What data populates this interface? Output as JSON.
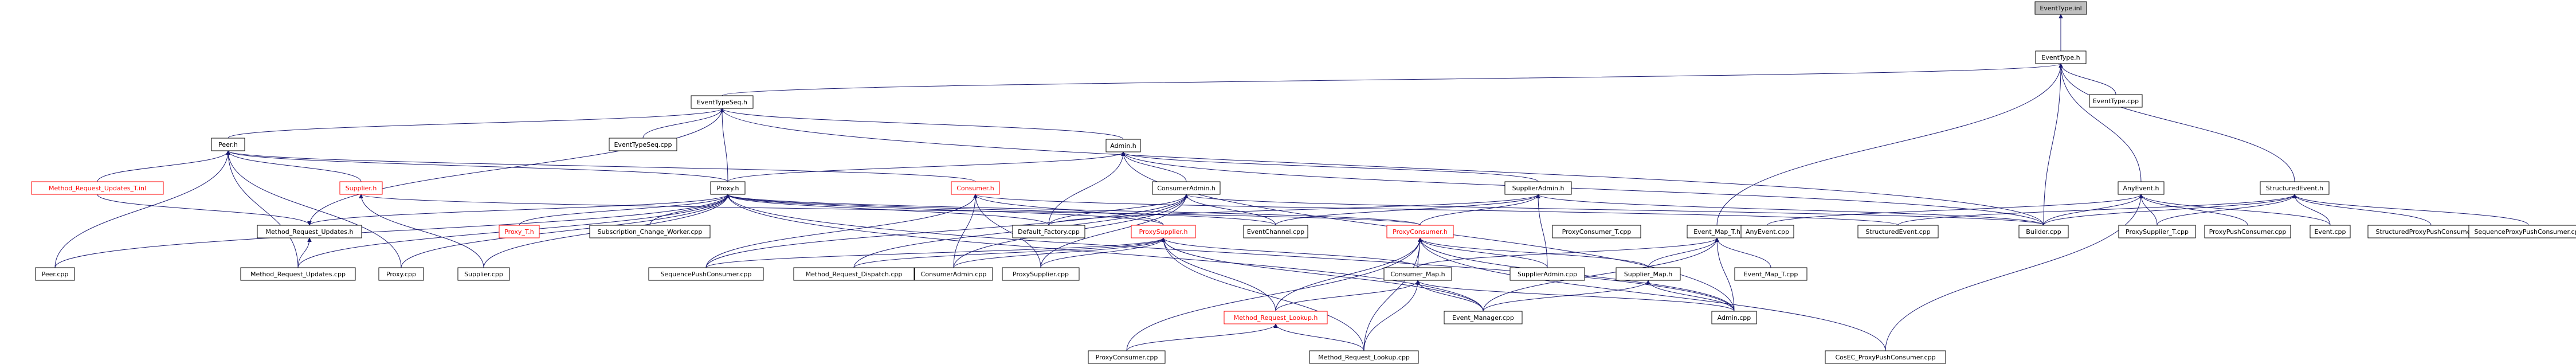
{
  "graph": {
    "nodes": [
      {
        "id": "eventtype_inl",
        "label": "EventType.inl",
        "root": true
      },
      {
        "id": "eventtype_h",
        "label": "EventType.h"
      },
      {
        "id": "eventtype_cpp",
        "label": "EventType.cpp"
      },
      {
        "id": "eventtypeseq_h",
        "label": "EventTypeSeq.h"
      },
      {
        "id": "eventtypeseq_cpp",
        "label": "EventTypeSeq.cpp"
      },
      {
        "id": "peer_h",
        "label": "Peer.h"
      },
      {
        "id": "method_request_updates_t_inl",
        "label": "Method_Request_Updates_T.inl",
        "red": true
      },
      {
        "id": "peer_cpp",
        "label": "Peer.cpp"
      },
      {
        "id": "supplier_h",
        "label": "Supplier.h",
        "red": true
      },
      {
        "id": "admin_h",
        "label": "Admin.h"
      },
      {
        "id": "proxy_h",
        "label": "Proxy.h"
      },
      {
        "id": "consumer_h",
        "label": "Consumer.h",
        "red": true
      },
      {
        "id": "consumeradmin_h",
        "label": "ConsumerAdmin.h"
      },
      {
        "id": "supplieradmin_h",
        "label": "SupplierAdmin.h"
      },
      {
        "id": "method_request_updates_h",
        "label": "Method_Request_Updates.h"
      },
      {
        "id": "proxy_t_h",
        "label": "Proxy_T.h",
        "red": true
      },
      {
        "id": "subscription_change_worker_cpp",
        "label": "Subscription_Change_Worker.cpp"
      },
      {
        "id": "default_factory_cpp",
        "label": "Default_Factory.cpp"
      },
      {
        "id": "proxysupplier_h",
        "label": "ProxySupplier.h",
        "red": true
      },
      {
        "id": "eventchannel_cpp",
        "label": "EventChannel.cpp"
      },
      {
        "id": "proxyconsumer_h",
        "label": "ProxyConsumer.h",
        "red": true
      },
      {
        "id": "proxyconsumer_t_cpp",
        "label": "ProxyConsumer_T.cpp"
      },
      {
        "id": "event_map_t_h",
        "label": "Event_Map_T.h"
      },
      {
        "id": "anyevent_cpp",
        "label": "AnyEvent.cpp"
      },
      {
        "id": "structuredevent_cpp",
        "label": "StructuredEvent.cpp"
      },
      {
        "id": "builder_cpp",
        "label": "Builder.cpp"
      },
      {
        "id": "anyevent_h",
        "label": "AnyEvent.h"
      },
      {
        "id": "structuredevent_h",
        "label": "StructuredEvent.h"
      },
      {
        "id": "proxysupplier_t_cpp",
        "label": "ProxySupplier_T.cpp"
      },
      {
        "id": "proxypushconsumer_cpp",
        "label": "ProxyPushConsumer.cpp"
      },
      {
        "id": "event_cpp",
        "label": "Event.cpp"
      },
      {
        "id": "structuredproxypushconsumer_cpp",
        "label": "StructuredProxyPushConsumer.cpp"
      },
      {
        "id": "sequenceproxypushconsumer_cpp",
        "label": "SequenceProxyPushConsumer.cpp"
      },
      {
        "id": "method_request_updates_cpp",
        "label": "Method_Request_Updates.cpp"
      },
      {
        "id": "proxy_cpp",
        "label": "Proxy.cpp"
      },
      {
        "id": "supplier_cpp",
        "label": "Supplier.cpp"
      },
      {
        "id": "sequencepushconsumer_cpp",
        "label": "SequencePushConsumer.cpp"
      },
      {
        "id": "method_request_dispatch_cpp",
        "label": "Method_Request_Dispatch.cpp"
      },
      {
        "id": "consumeradmin_cpp",
        "label": "ConsumerAdmin.cpp"
      },
      {
        "id": "proxysupplier_cpp",
        "label": "ProxySupplier.cpp"
      },
      {
        "id": "supplieradmin_cpp",
        "label": "SupplierAdmin.cpp"
      },
      {
        "id": "event_map_t_cpp",
        "label": "Event_Map_T.cpp"
      },
      {
        "id": "consumer_map_h",
        "label": "Consumer_Map.h"
      },
      {
        "id": "supplier_map_h",
        "label": "Supplier_Map.h"
      },
      {
        "id": "event_manager_cpp",
        "label": "Event_Manager.cpp"
      },
      {
        "id": "admin_cpp",
        "label": "Admin.cpp"
      },
      {
        "id": "method_request_lookup_h",
        "label": "Method_Request_Lookup.h",
        "red": true
      },
      {
        "id": "proxyconsumer_cpp",
        "label": "ProxyConsumer.cpp"
      },
      {
        "id": "method_request_lookup_cpp",
        "label": "Method_Request_Lookup.cpp"
      },
      {
        "id": "cosec_proxypushconsumer_cpp",
        "label": "CosEC_ProxyPushConsumer.cpp"
      }
    ],
    "edges": [
      [
        "eventtype_inl",
        "eventtype_h"
      ],
      [
        "eventtype_h",
        "eventtype_cpp"
      ],
      [
        "eventtype_h",
        "eventtypeseq_h"
      ],
      [
        "eventtype_h",
        "anyevent_h"
      ],
      [
        "eventtype_h",
        "structuredevent_h"
      ],
      [
        "eventtype_h",
        "builder_cpp"
      ],
      [
        "eventtype_h",
        "event_map_t_h"
      ],
      [
        "eventtypeseq_h",
        "eventtypeseq_cpp"
      ],
      [
        "eventtypeseq_h",
        "peer_h"
      ],
      [
        "eventtypeseq_h",
        "admin_h"
      ],
      [
        "eventtypeseq_h",
        "proxy_h"
      ],
      [
        "eventtypeseq_h",
        "method_request_updates_h"
      ],
      [
        "eventtypeseq_h",
        "builder_cpp"
      ],
      [
        "peer_h",
        "method_request_updates_t_inl"
      ],
      [
        "peer_h",
        "peer_cpp"
      ],
      [
        "peer_h",
        "supplier_h"
      ],
      [
        "peer_h",
        "proxy_h"
      ],
      [
        "peer_h",
        "consumer_h"
      ],
      [
        "peer_h",
        "method_request_updates_cpp"
      ],
      [
        "peer_h",
        "proxy_cpp"
      ],
      [
        "supplier_h",
        "proxyconsumer_h"
      ],
      [
        "supplier_h",
        "supplier_cpp"
      ],
      [
        "admin_h",
        "proxy_h"
      ],
      [
        "admin_h",
        "consumeradmin_h"
      ],
      [
        "admin_h",
        "supplieradmin_h"
      ],
      [
        "admin_h",
        "default_factory_cpp"
      ],
      [
        "admin_h",
        "admin_cpp"
      ],
      [
        "admin_h",
        "builder_cpp"
      ],
      [
        "proxy_h",
        "peer_cpp"
      ],
      [
        "proxy_h",
        "method_request_updates_h"
      ],
      [
        "proxy_h",
        "proxy_t_h"
      ],
      [
        "proxy_h",
        "subscription_change_worker_cpp"
      ],
      [
        "proxy_h",
        "default_factory_cpp"
      ],
      [
        "proxy_h",
        "proxysupplier_h"
      ],
      [
        "proxy_h",
        "eventchannel_cpp"
      ],
      [
        "proxy_h",
        "proxyconsumer_h"
      ],
      [
        "proxy_h",
        "proxy_cpp"
      ],
      [
        "proxy_h",
        "method_request_updates_cpp"
      ],
      [
        "proxy_h",
        "supplier_cpp"
      ],
      [
        "proxy_h",
        "admin_cpp"
      ],
      [
        "proxy_h",
        "event_manager_cpp"
      ],
      [
        "consumer_h",
        "proxysupplier_h"
      ],
      [
        "consumer_h",
        "consumeradmin_cpp"
      ],
      [
        "consumer_h",
        "sequencepushconsumer_cpp"
      ],
      [
        "consumer_h",
        "structuredevent_cpp"
      ],
      [
        "consumer_h",
        "proxysupplier_cpp"
      ],
      [
        "consumeradmin_h",
        "default_factory_cpp"
      ],
      [
        "consumeradmin_h",
        "eventchannel_cpp"
      ],
      [
        "consumeradmin_h",
        "consumeradmin_cpp"
      ],
      [
        "consumeradmin_h",
        "proxysupplier_cpp"
      ],
      [
        "consumeradmin_h",
        "method_request_dispatch_cpp"
      ],
      [
        "consumeradmin_h",
        "sequencepushconsumer_cpp"
      ],
      [
        "consumeradmin_h",
        "builder_cpp"
      ],
      [
        "supplieradmin_h",
        "proxyconsumer_h"
      ],
      [
        "supplieradmin_h",
        "supplieradmin_cpp"
      ],
      [
        "supplieradmin_h",
        "builder_cpp"
      ],
      [
        "supplieradmin_h",
        "eventchannel_cpp"
      ],
      [
        "supplieradmin_h",
        "default_factory_cpp"
      ],
      [
        "method_request_updates_h",
        "method_request_updates_cpp"
      ],
      [
        "method_request_updates_h",
        "method_request_updates_t_inl"
      ],
      [
        "proxysupplier_h",
        "sequencepushconsumer_cpp"
      ],
      [
        "proxysupplier_h",
        "method_request_dispatch_cpp"
      ],
      [
        "proxysupplier_h",
        "consumeradmin_cpp"
      ],
      [
        "proxysupplier_h",
        "proxysupplier_cpp"
      ],
      [
        "proxysupplier_h",
        "consumer_map_h"
      ],
      [
        "proxysupplier_h",
        "method_request_lookup_h"
      ],
      [
        "proxysupplier_h",
        "event_manager_cpp"
      ],
      [
        "proxysupplier_h",
        "method_request_lookup_cpp"
      ],
      [
        "proxyconsumer_h",
        "supplier_map_h"
      ],
      [
        "proxyconsumer_h",
        "consumer_map_h"
      ],
      [
        "proxyconsumer_h",
        "method_request_lookup_h"
      ],
      [
        "proxyconsumer_h",
        "supplieradmin_cpp"
      ],
      [
        "proxyconsumer_h",
        "proxyconsumer_cpp"
      ],
      [
        "proxyconsumer_h",
        "method_request_lookup_cpp"
      ],
      [
        "proxyconsumer_h",
        "cosec_proxypushconsumer_cpp"
      ],
      [
        "proxyconsumer_h",
        "admin_cpp"
      ],
      [
        "event_map_t_h",
        "event_map_t_cpp"
      ],
      [
        "event_map_t_h",
        "consumer_map_h"
      ],
      [
        "event_map_t_h",
        "supplier_map_h"
      ],
      [
        "event_map_t_h",
        "admin_cpp"
      ],
      [
        "event_map_t_h",
        "event_manager_cpp"
      ],
      [
        "anyevent_h",
        "anyevent_cpp"
      ],
      [
        "anyevent_h",
        "builder_cpp"
      ],
      [
        "anyevent_h",
        "proxysupplier_t_cpp"
      ],
      [
        "anyevent_h",
        "proxypushconsumer_cpp"
      ],
      [
        "anyevent_h",
        "event_cpp"
      ],
      [
        "anyevent_h",
        "cosec_proxypushconsumer_cpp"
      ],
      [
        "structuredevent_h",
        "structuredevent_cpp"
      ],
      [
        "structuredevent_h",
        "builder_cpp"
      ],
      [
        "structuredevent_h",
        "proxysupplier_t_cpp"
      ],
      [
        "structuredevent_h",
        "event_cpp"
      ],
      [
        "structuredevent_h",
        "structuredproxypushconsumer_cpp"
      ],
      [
        "structuredevent_h",
        "sequenceproxypushconsumer_cpp"
      ],
      [
        "consumer_map_h",
        "event_manager_cpp"
      ],
      [
        "consumer_map_h",
        "admin_cpp"
      ],
      [
        "consumer_map_h",
        "method_request_lookup_h"
      ],
      [
        "consumer_map_h",
        "method_request_lookup_cpp"
      ],
      [
        "supplier_map_h",
        "event_manager_cpp"
      ],
      [
        "supplier_map_h",
        "admin_cpp"
      ],
      [
        "method_request_lookup_h",
        "proxyconsumer_cpp"
      ],
      [
        "method_request_lookup_h",
        "method_request_lookup_cpp"
      ]
    ]
  }
}
